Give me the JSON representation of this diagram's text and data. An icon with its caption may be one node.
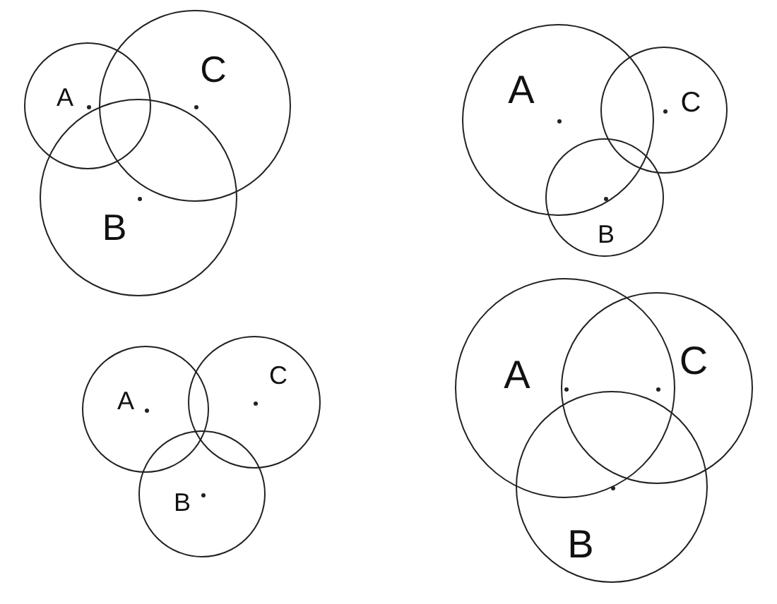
{
  "diagram": {
    "nodes": [
      {
        "text": [
          "A"
        ]
      },
      {
        "text": [
          "C"
        ]
      },
      {
        "text": [
          "B"
        ]
      },
      {
        "text": [
          "A"
        ]
      },
      {
        "text": [
          "C"
        ]
      },
      {
        "text": [
          "B"
        ]
      },
      {
        "text": [
          "A"
        ]
      },
      {
        "text": [
          "C"
        ]
      },
      {
        "text": [
          "B"
        ]
      },
      {
        "text": [
          "A"
        ]
      },
      {
        "text": [
          "C"
        ]
      },
      {
        "text": [
          "B"
        ]
      }
    ]
  }
}
